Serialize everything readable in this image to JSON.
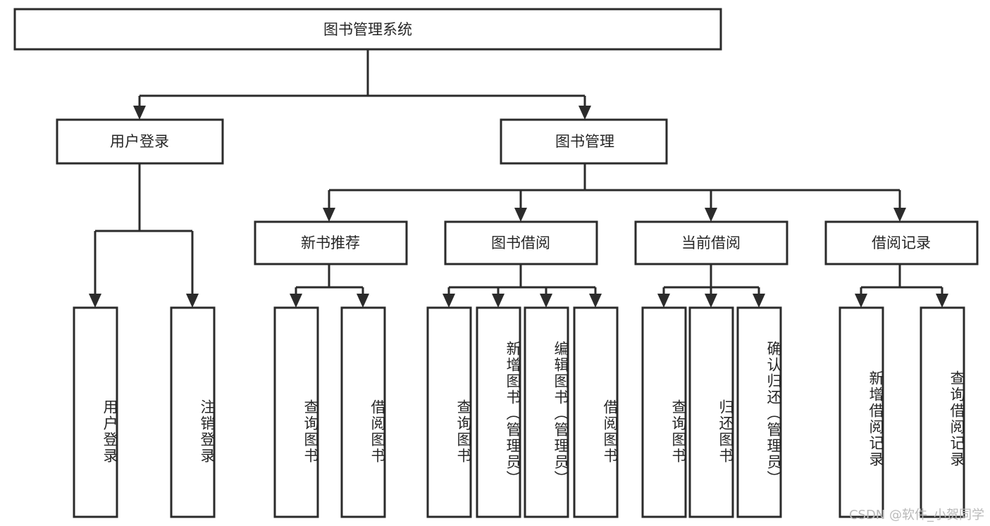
{
  "diagram": {
    "title": "图书管理系统",
    "watermark": "CSDN @软件_小贺同学",
    "colors": {
      "stroke": "#2b2b2b",
      "fill": "#ffffff",
      "text": "#262626",
      "watermark": "#b9b9b9",
      "background": "#ffffff"
    },
    "root": {
      "label": "图书管理系统"
    },
    "level2": [
      {
        "label": "用户登录"
      },
      {
        "label": "图书管理"
      }
    ],
    "level3": [
      {
        "label": "新书推荐"
      },
      {
        "label": "图书借阅"
      },
      {
        "label": "当前借阅"
      },
      {
        "label": "借阅记录"
      }
    ],
    "leaves": {
      "user_login": [
        {
          "label": "用户登录"
        },
        {
          "label": "注销登录"
        }
      ],
      "new_book": [
        {
          "label": "查询图书"
        },
        {
          "label": "借阅图书"
        }
      ],
      "book_borrow": [
        {
          "label": "查询图书"
        },
        {
          "label": "新增图书（管理员）"
        },
        {
          "label": "编辑图书（管理员）"
        },
        {
          "label": "借阅图书"
        }
      ],
      "current_borrow": [
        {
          "label": "查询图书"
        },
        {
          "label": "归还图书"
        },
        {
          "label": "确认归还（管理员）"
        }
      ],
      "borrow_record": [
        {
          "label": "新增借阅记录"
        },
        {
          "label": "查询借阅记录"
        }
      ]
    }
  }
}
